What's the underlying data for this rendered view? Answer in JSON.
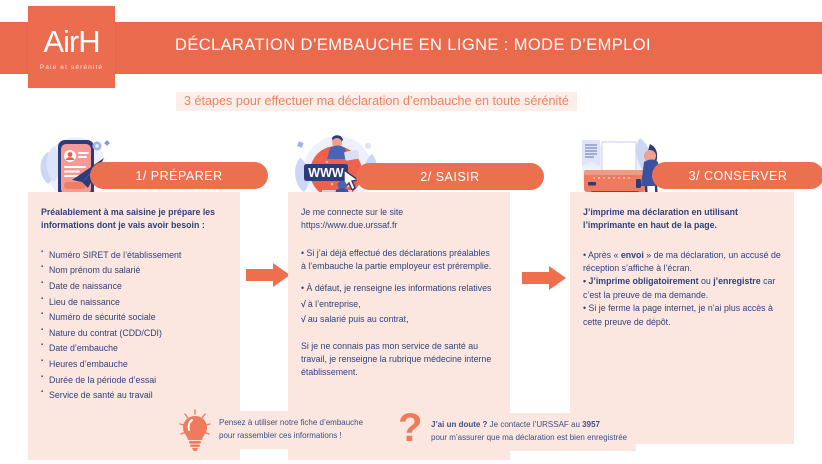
{
  "header": {
    "title": "DÉCLARATION D’EMBAUCHE EN LIGNE : MODE D’EMPLOI",
    "logo_mark": "AirH",
    "logo_tagline": "Paie et sérénité",
    "band_color": "#ea6a4d"
  },
  "subtitle": "3 étapes pour effectuer ma déclaration d’embauche en toute sérénité",
  "colors": {
    "accent": "#eb7050",
    "panel_bg": "#fbe7e0",
    "text_navy": "#30427a",
    "subtitle": "#ef8164"
  },
  "steps": [
    {
      "pill_label": "1/ PRÉPARER",
      "art_icon": "smartphone-profile-paperplane-illustration",
      "lead": "Préalablement à ma saisine je prépare les informations dont je vais avoir besoin :",
      "bullets": [
        "Numéro SIRET de l’établissement",
        "Nom prénom du salarié",
        "Date de naissance",
        "Lieu de naissance",
        "Numéro de sécurité sociale",
        "Nature du contrat (CDD/CDI)",
        "Date d’embauche",
        "Heures d’embauche",
        "Durée de la période d’essai",
        "Service de santé au travail"
      ]
    },
    {
      "pill_label": "2/ SAISIR",
      "art_icon": "www-browser-globe-illustration",
      "intro_line_1": "Je me connecte sur le site",
      "intro_line_2": "https://www.due.urssaf.fr",
      "para_1": "• Si j’ai déjà effectué des déclarations préalables à l’embauche la partie employeur est préremplie.",
      "para_2": "• À défaut, je renseigne les informations relatives",
      "check_1": "à l’entreprise,",
      "check_2": "au salarié puis au contrat,",
      "check_glyph": "√",
      "para_3": "Si je ne connais pas mon service de santé au travail, je renseigne la rubrique médecine interne établissement."
    },
    {
      "pill_label": "3/ CONSERVER",
      "art_icon": "printer-person-illustration",
      "lead": "J’imprime ma déclaration en utilisant l’imprimante en haut de la page.",
      "para_1_plain_a": "• Après « ",
      "para_1_bold": "envoi",
      "para_1_plain_b": " » de ma déclaration, un accusé de réception s’affiche à l’écran.",
      "para_2_bold_a": "• J’imprime obligatoirement",
      "para_2_plain_a": " ou ",
      "para_2_bold_b": "j’enregistre",
      "para_2_plain_b": " car c’est la preuve de ma demande.",
      "para_3": "• Si je ferme la page internet, je n’ai plus accès à cette preuve de dépôt."
    }
  ],
  "arrows": {
    "icon": "arrow-right-icon",
    "color": "#ef6f4d"
  },
  "tips": [
    {
      "icon": "lightbulb-icon",
      "line_1": "Pensez à utiliser notre fiche d’embauche",
      "line_2": "pour rassembler ces informations !"
    },
    {
      "icon": "question-mark-icon",
      "line_1_bold": "J’ai un doute ?",
      "line_1_plain": " Je contacte l’URSSAF au ",
      "line_1_number": "3957",
      "line_2": "pour m’assurer que ma déclaration est bien enregistrée"
    }
  ]
}
